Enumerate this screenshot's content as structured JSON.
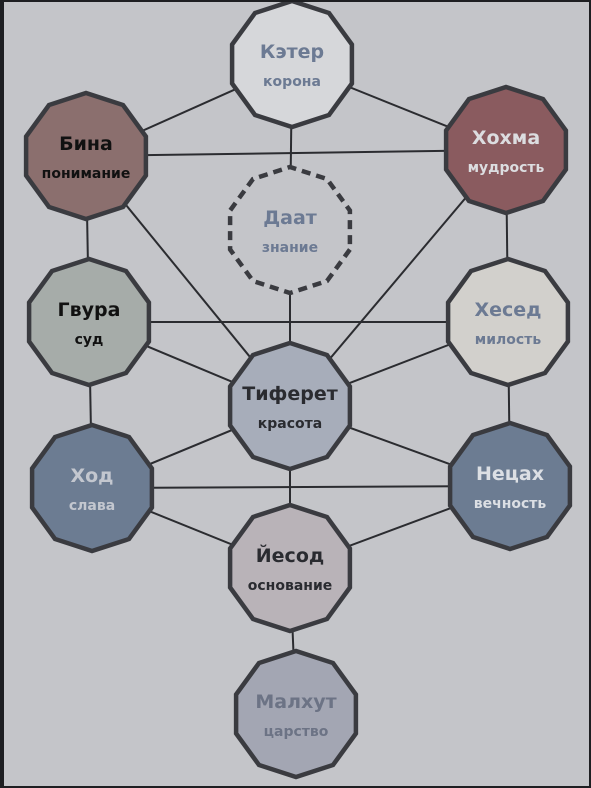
{
  "sefirot": [
    {
      "id": "keter",
      "title": "Кэтер",
      "subtitle": "корона",
      "fill": "#d6d7da",
      "text_color": "#6c7a93"
    },
    {
      "id": "bina",
      "title": "Бина",
      "subtitle": "понимание",
      "fill": "#8b6f6e",
      "text_color": "#111111"
    },
    {
      "id": "hokhma",
      "title": "Хохма",
      "subtitle": "мудрость",
      "fill": "#8a5b5f",
      "text_color": "#dcdde0"
    },
    {
      "id": "daat",
      "title": "Даат",
      "subtitle": "знание",
      "fill": "#c4c5c9",
      "text_color": "#6c7a93",
      "dashed": true
    },
    {
      "id": "gvura",
      "title": "Гвура",
      "subtitle": "суд",
      "fill": "#a6aca9",
      "text_color": "#111111"
    },
    {
      "id": "hesed",
      "title": "Хесед",
      "subtitle": "милость",
      "fill": "#d2d0cc",
      "text_color": "#6c7a93"
    },
    {
      "id": "tiferet",
      "title": "Тиферет",
      "subtitle": "красота",
      "fill": "#a7adba",
      "text_color": "#2a2b30"
    },
    {
      "id": "hod",
      "title": "Ход",
      "subtitle": "слава",
      "fill": "#6c7c92",
      "text_color": "#c3c7cf"
    },
    {
      "id": "netzah",
      "title": "Нецах",
      "subtitle": "вечность",
      "fill": "#6c7c92",
      "text_color": "#dcdfe4"
    },
    {
      "id": "yesod",
      "title": "Йесод",
      "subtitle": "основание",
      "fill": "#b9b3b8",
      "text_color": "#2a2b30"
    },
    {
      "id": "malkhut",
      "title": "Малхут",
      "subtitle": "царство",
      "fill": "#a3a6b3",
      "text_color": "#6c7385"
    }
  ],
  "paths": [
    [
      "keter",
      "bina"
    ],
    [
      "keter",
      "hokhma"
    ],
    [
      "keter",
      "daat"
    ],
    [
      "bina",
      "hokhma"
    ],
    [
      "bina",
      "gvura"
    ],
    [
      "bina",
      "tiferet"
    ],
    [
      "hokhma",
      "hesed"
    ],
    [
      "hokhma",
      "tiferet"
    ],
    [
      "daat",
      "tiferet"
    ],
    [
      "gvura",
      "hesed"
    ],
    [
      "gvura",
      "hod"
    ],
    [
      "gvura",
      "tiferet"
    ],
    [
      "hesed",
      "netzah"
    ],
    [
      "hesed",
      "tiferet"
    ],
    [
      "tiferet",
      "hod"
    ],
    [
      "tiferet",
      "netzah"
    ],
    [
      "tiferet",
      "yesod"
    ],
    [
      "hod",
      "netzah"
    ],
    [
      "hod",
      "yesod"
    ],
    [
      "netzah",
      "yesod"
    ],
    [
      "yesod",
      "malkhut"
    ]
  ]
}
